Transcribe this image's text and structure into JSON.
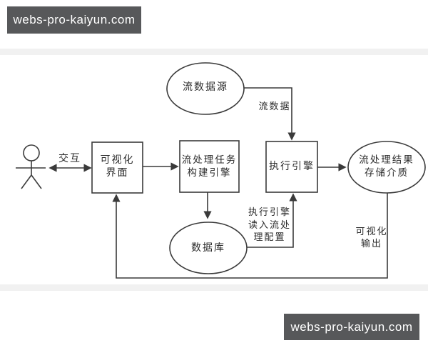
{
  "watermark": {
    "text": "webs-pro-kaiyun.com"
  },
  "diagram": {
    "title": "stream-processing-visualization-flow",
    "nodes": {
      "user": {
        "type": "actor",
        "label": ""
      },
      "stream_source": {
        "type": "ellipse",
        "label": "流数据源"
      },
      "visual_interface": {
        "type": "rect",
        "label": "可视化\n界面"
      },
      "task_engine": {
        "type": "rect",
        "label": "流处理任务\n构建引擎"
      },
      "execution_engine": {
        "type": "rect",
        "label": "执行引擎"
      },
      "database": {
        "type": "ellipse",
        "label": "数据库"
      },
      "result_storage": {
        "type": "ellipse",
        "label": "流处理结果\n存储介质"
      }
    },
    "edges": [
      {
        "from": "user",
        "to": "visual_interface",
        "label": "交互",
        "bidirectional": true
      },
      {
        "from": "visual_interface",
        "to": "task_engine",
        "label": ""
      },
      {
        "from": "stream_source",
        "to": "execution_engine",
        "label": "流数据"
      },
      {
        "from": "task_engine",
        "to": "database",
        "label": ""
      },
      {
        "from": "database",
        "to": "execution_engine",
        "label": "执行引擎\n读入流处\n理配置"
      },
      {
        "from": "execution_engine",
        "to": "result_storage",
        "label": ""
      },
      {
        "from": "result_storage",
        "to": "visual_interface",
        "label": "可视化\n输出"
      }
    ],
    "colors": {
      "line": "#3a3a3a",
      "text": "#2b2b2b",
      "watermark_bg": "#57585a",
      "watermark_text": "#ffffff",
      "band": "#f1f1f1",
      "background": "#ffffff"
    }
  }
}
